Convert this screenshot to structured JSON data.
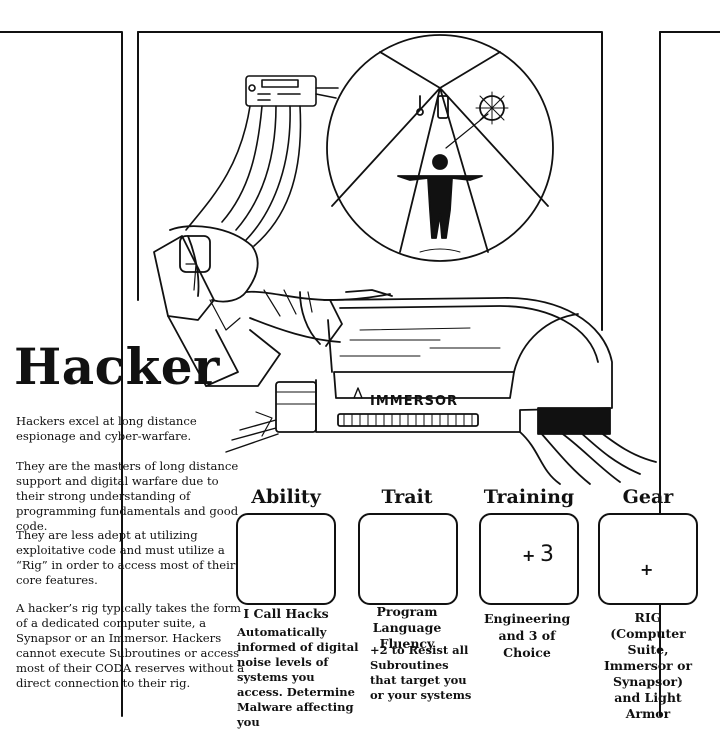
{
  "title": "Hacker",
  "machine_label": "IMMERSOR",
  "description": [
    "Hackers excel at long distance espionage and cyber-warfare.",
    "They are the masters of long distance support and digital warfare due to their strong understanding of programming fundamentals and good code.",
    "They are less adept at utilizing exploitative code and must utilize a “Rig” in order to access most of their core features.",
    "A hacker’s rig typically takes the form of a dedicated computer suite, a Synapsor or an Immersor. Hackers cannot execute Subroutines or access most of their CODA reserves without a direct connection to their rig."
  ],
  "panels": {
    "ability": {
      "heading": "Ability",
      "name": "I Call Hacks",
      "text": "Automatically informed of digital noise levels of systems you access. Determine Malware affecting you",
      "icon": "magnifying-glass-icon"
    },
    "trait": {
      "heading": "Trait",
      "name": "Program Language Fluency",
      "text": "+2 to Resist all Subroutines that target you or your systems",
      "icon": "shield-icon"
    },
    "training": {
      "heading": "Training",
      "name": "Engineering and 3 of Choice",
      "plus": "+",
      "number": "3",
      "icon": "gear-icon"
    },
    "gear": {
      "heading": "Gear",
      "name": "RIG (Computer Suite, Immersor or Synapsor) and Light Armor",
      "plus": "+",
      "icon": "computer-icon"
    }
  }
}
